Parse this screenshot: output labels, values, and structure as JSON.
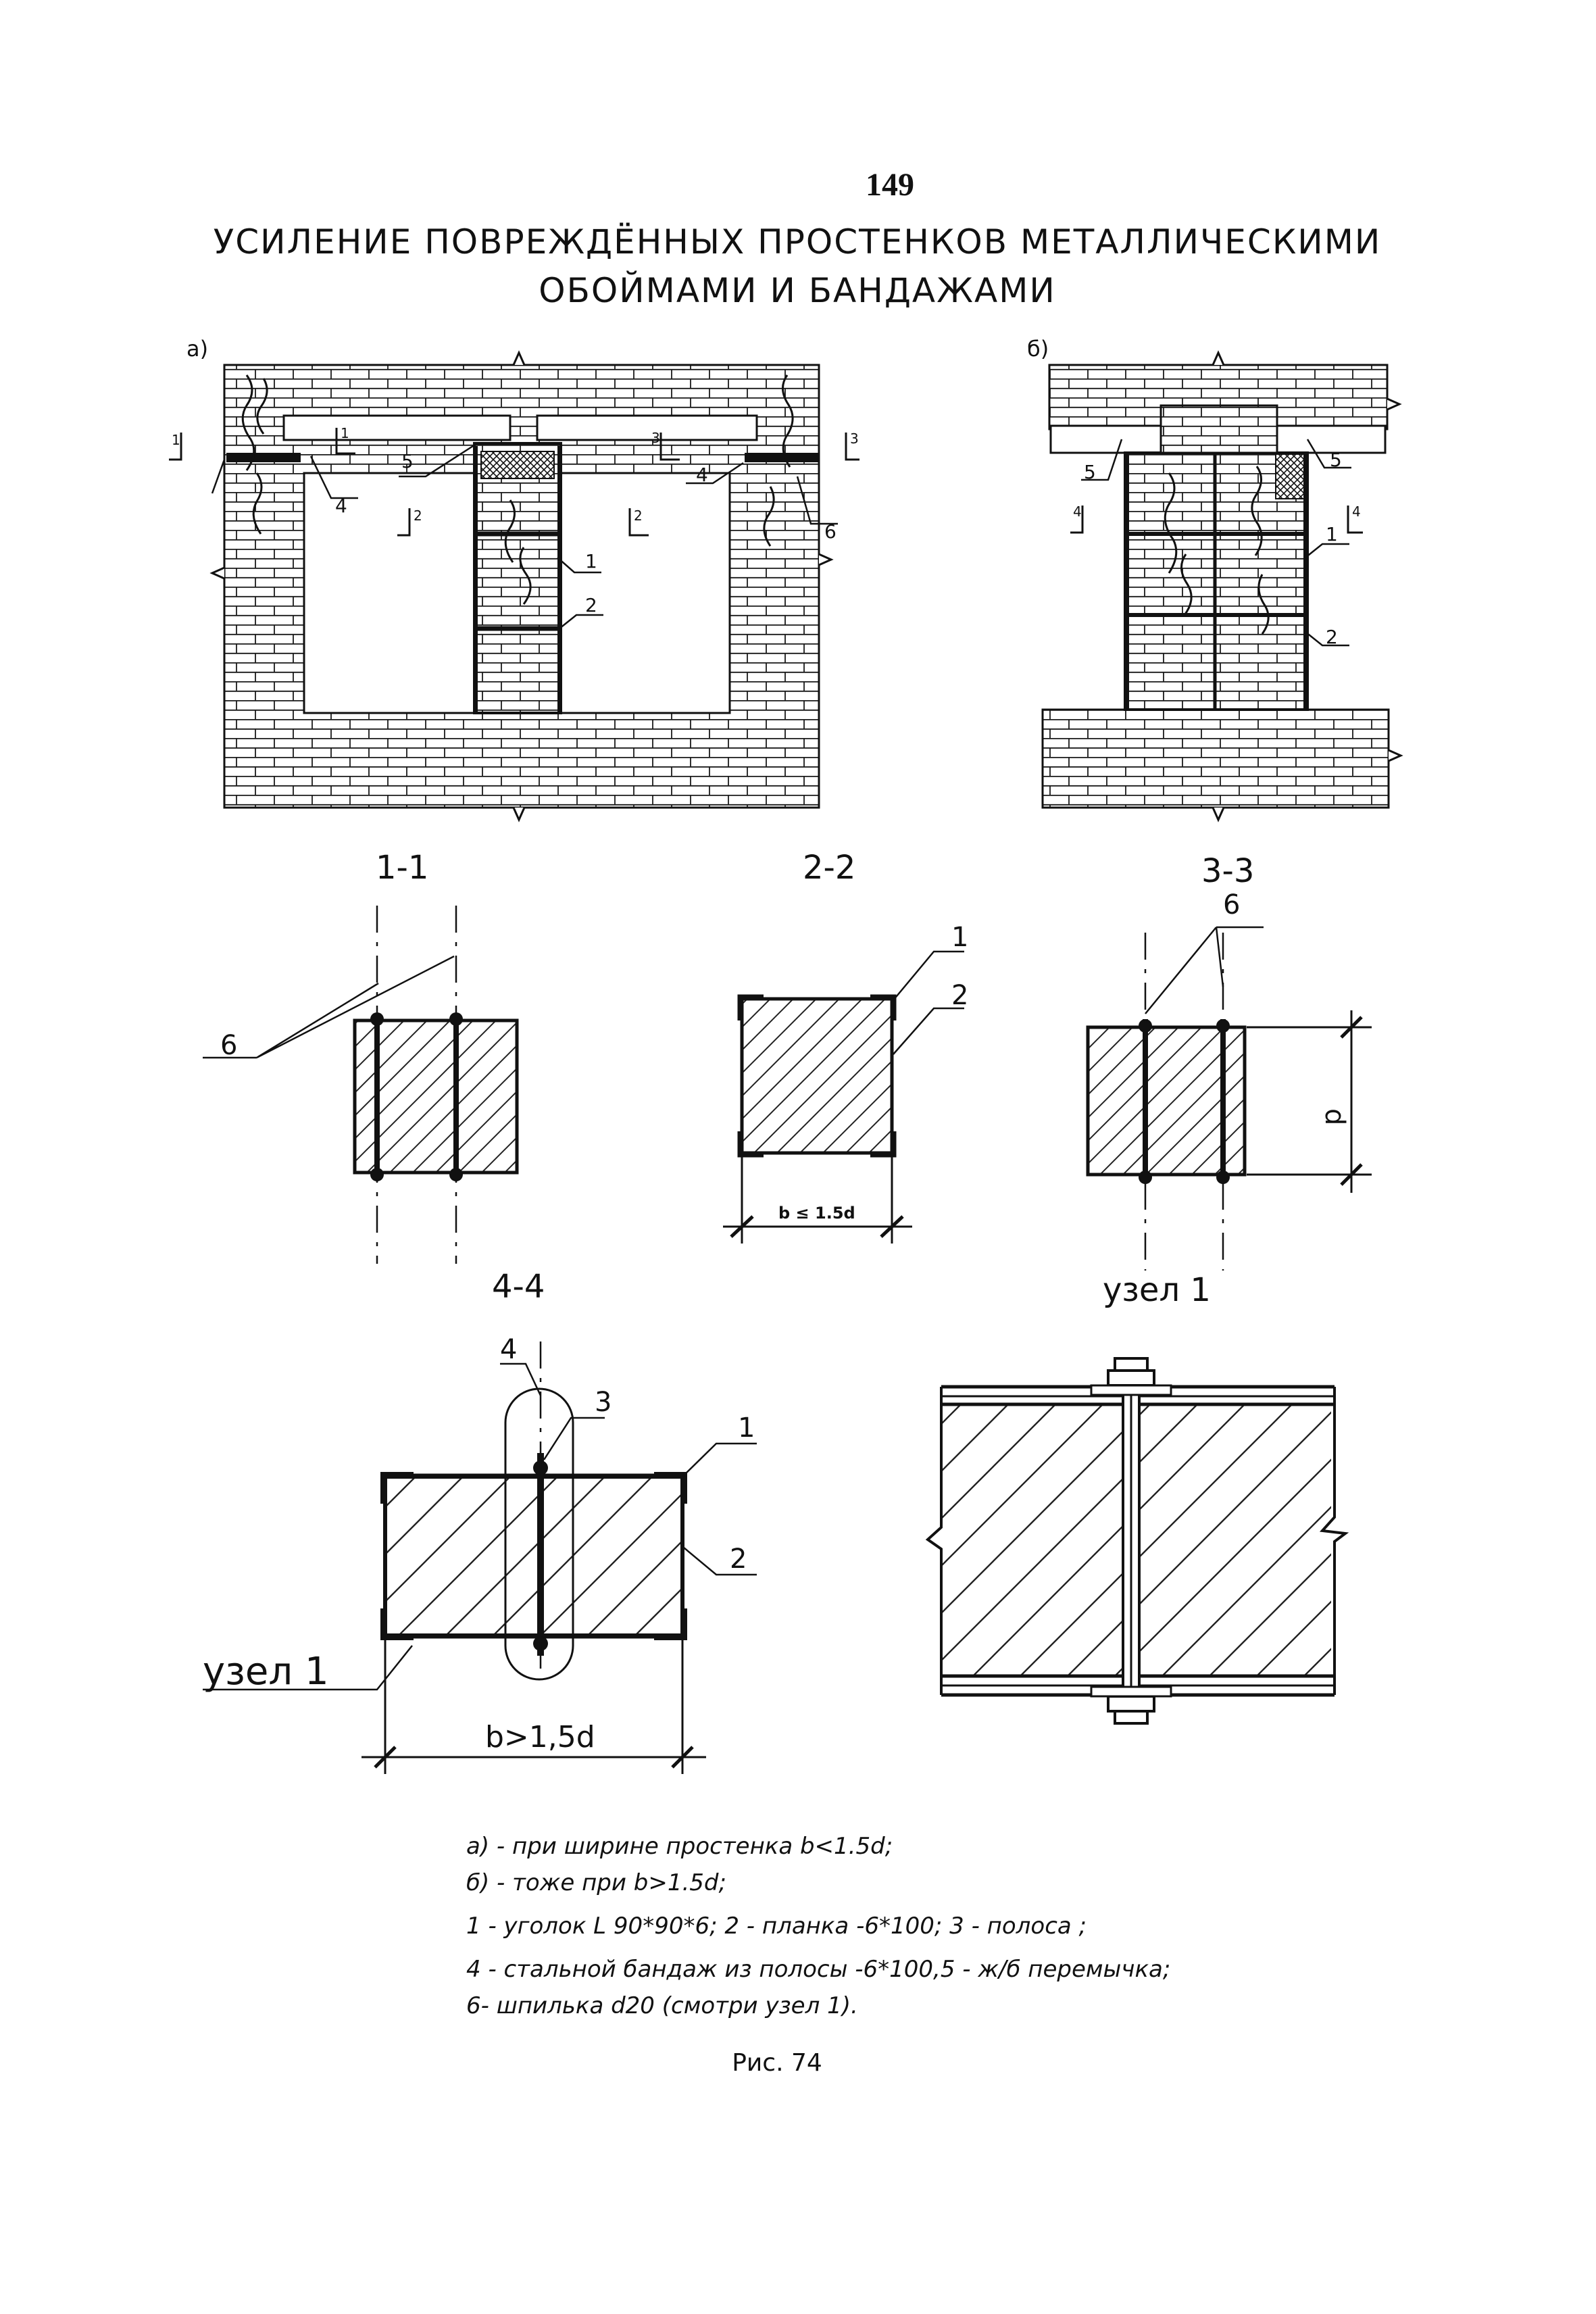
{
  "page": {
    "number": "149",
    "title_line1": "УСИЛЕНИЕ ПОВРЕЖДЁННЫХ ПРОСТЕНКОВ МЕТАЛЛИЧЕСКИМИ",
    "title_line2": "ОБОЙМАМИ И БАНДАЖАМИ"
  },
  "elevation_a": {
    "label": "а)",
    "refs": [
      "1",
      "2",
      "4",
      "5",
      "6"
    ],
    "section_marks": [
      "1",
      "1",
      "2",
      "2",
      "3",
      "3"
    ]
  },
  "elevation_b": {
    "label": "б)",
    "refs": [
      "1",
      "2",
      "5",
      "5"
    ],
    "section_marks": [
      "4",
      "4"
    ]
  },
  "sections": {
    "s11": {
      "title": "1-1",
      "ref": "6"
    },
    "s22": {
      "title": "2-2",
      "ref1": "1",
      "ref2": "2",
      "dimension": "b ≤ 1.5d"
    },
    "s33": {
      "title": "3-3",
      "ref": "6",
      "dimension": "d"
    },
    "s44": {
      "title": "4-4",
      "ref1": "1",
      "ref2": "2",
      "ref3": "3",
      "ref4": "4",
      "node_label": "узел 1",
      "dimension": "b>1,5d"
    },
    "node1": {
      "title": "узел 1"
    }
  },
  "notes": [
    "а) - при ширине простенка b<1.5d;",
    "б) - тоже при b>1.5d;",
    "1 - уголок L 90*90*6;  2 - планка -6*100;  3 - полоса ;",
    "4 - стальной бандаж из полосы -6*100,5 -  ж/б перемычка;",
    "6- шпилька d20 (смотри узел 1)."
  ],
  "caption": "Рис. 74"
}
